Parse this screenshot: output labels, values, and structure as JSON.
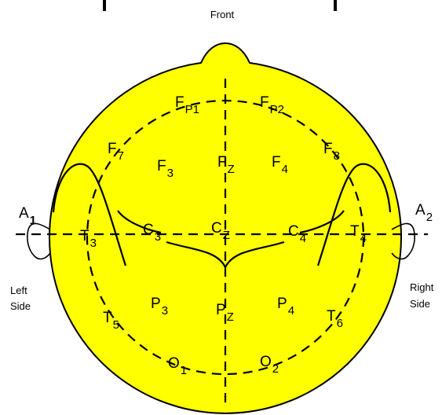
{
  "title": "Front",
  "left_side_label": [
    "Left",
    "Side"
  ],
  "right_side_label": [
    "Right",
    "Side"
  ],
  "colors": {
    "scalp": "#ffff00",
    "line": "#000000",
    "background": "#ffffff"
  },
  "electrodes": [
    {
      "id": "fp1",
      "letter": "F",
      "sub": "P1"
    },
    {
      "id": "fp2",
      "letter": "F",
      "sub": "P2"
    },
    {
      "id": "f7",
      "letter": "F",
      "sub": "7"
    },
    {
      "id": "f3",
      "letter": "F",
      "sub": "3"
    },
    {
      "id": "fz",
      "letter": "F",
      "sub": "Z"
    },
    {
      "id": "f4",
      "letter": "F",
      "sub": "4"
    },
    {
      "id": "f8",
      "letter": "F",
      "sub": "8"
    },
    {
      "id": "a1",
      "letter": "A",
      "sub": "1"
    },
    {
      "id": "t3",
      "letter": "T",
      "sub": "3"
    },
    {
      "id": "c3",
      "letter": "C",
      "sub": "3"
    },
    {
      "id": "cz",
      "letter": "C",
      "sub": "Z"
    },
    {
      "id": "c4",
      "letter": "C",
      "sub": "4"
    },
    {
      "id": "t4",
      "letter": "T",
      "sub": "4"
    },
    {
      "id": "a2",
      "letter": "A",
      "sub": "2"
    },
    {
      "id": "t5",
      "letter": "T",
      "sub": "5"
    },
    {
      "id": "p3",
      "letter": "P",
      "sub": "3"
    },
    {
      "id": "pz",
      "letter": "P",
      "sub": "Z"
    },
    {
      "id": "p4",
      "letter": "P",
      "sub": "4"
    },
    {
      "id": "t6",
      "letter": "T",
      "sub": "6"
    },
    {
      "id": "o1",
      "letter": "O",
      "sub": "1"
    },
    {
      "id": "o2",
      "letter": "O",
      "sub": "2"
    }
  ]
}
